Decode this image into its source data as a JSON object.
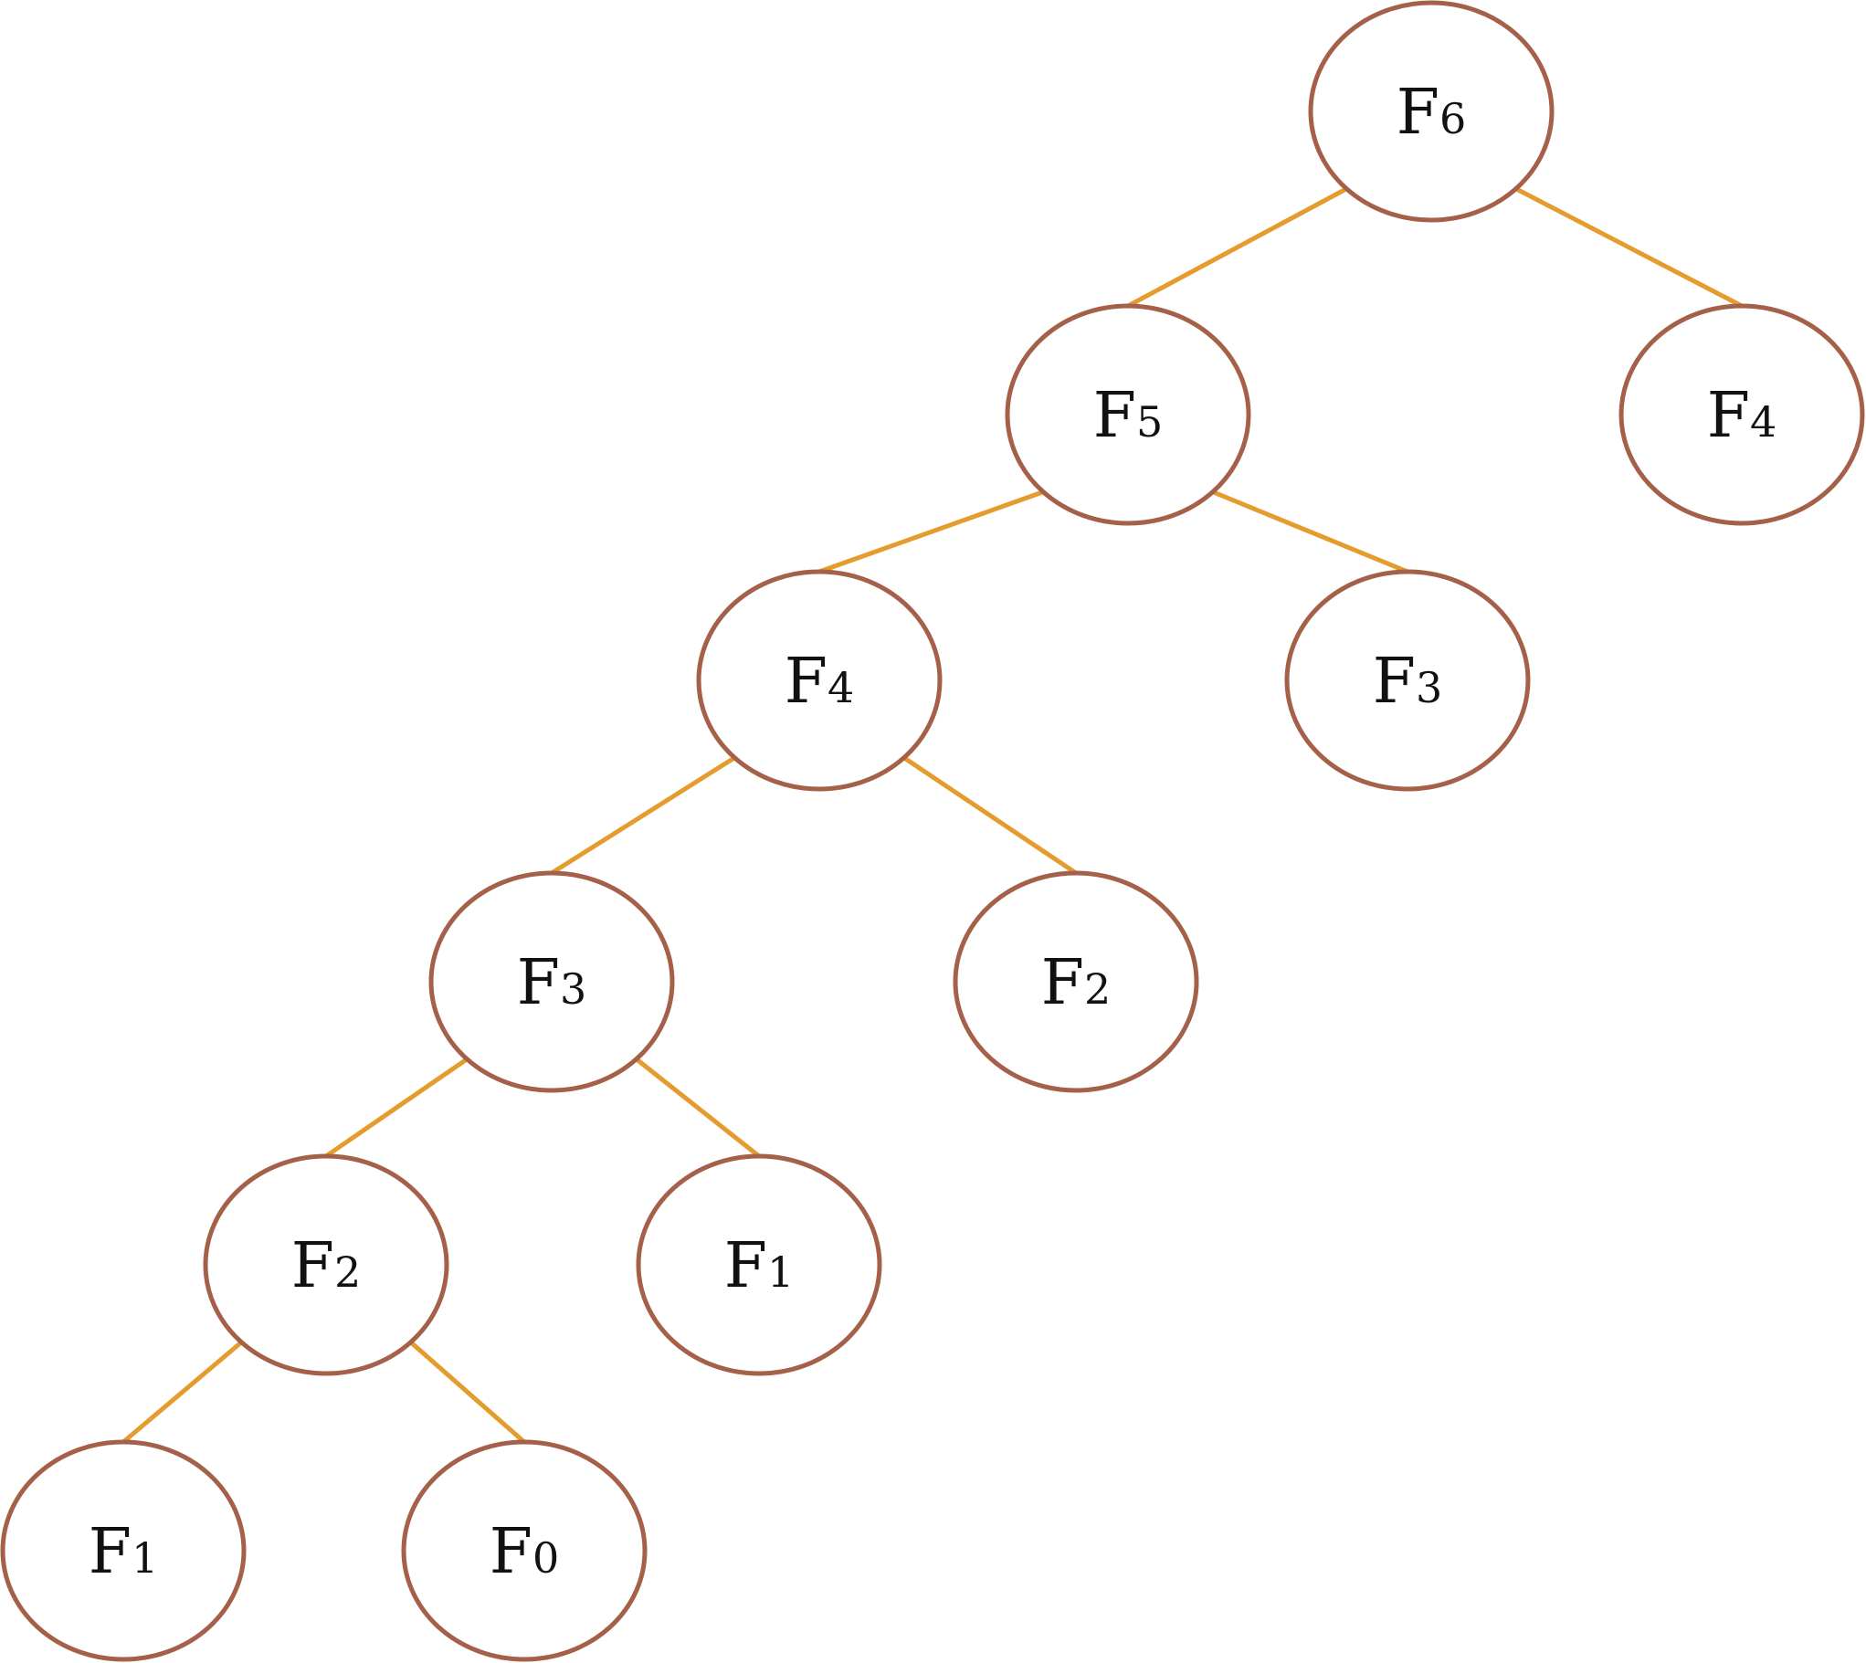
{
  "colors": {
    "edge": "#e59c2e",
    "node_stroke": "#a5604a",
    "node_fill": "#ffffff",
    "text": "#111111"
  },
  "nodes": [
    {
      "id": "n1",
      "letter": "F",
      "sub": "6"
    },
    {
      "id": "n2",
      "letter": "F",
      "sub": "5"
    },
    {
      "id": "n3",
      "letter": "F",
      "sub": "4"
    },
    {
      "id": "n4",
      "letter": "F",
      "sub": "4"
    },
    {
      "id": "n5",
      "letter": "F",
      "sub": "3"
    },
    {
      "id": "n6",
      "letter": "F",
      "sub": "3"
    },
    {
      "id": "n7",
      "letter": "F",
      "sub": "2"
    },
    {
      "id": "n8",
      "letter": "F",
      "sub": "2"
    },
    {
      "id": "n9",
      "letter": "F",
      "sub": "1"
    },
    {
      "id": "n10",
      "letter": "F",
      "sub": "1"
    },
    {
      "id": "n11",
      "letter": "F",
      "sub": "0"
    }
  ],
  "edges": [
    {
      "from": "n1",
      "to": "n2"
    },
    {
      "from": "n1",
      "to": "n3"
    },
    {
      "from": "n2",
      "to": "n4"
    },
    {
      "from": "n2",
      "to": "n5"
    },
    {
      "from": "n4",
      "to": "n6"
    },
    {
      "from": "n4",
      "to": "n7"
    },
    {
      "from": "n6",
      "to": "n8"
    },
    {
      "from": "n6",
      "to": "n9"
    },
    {
      "from": "n8",
      "to": "n10"
    },
    {
      "from": "n8",
      "to": "n11"
    }
  ]
}
